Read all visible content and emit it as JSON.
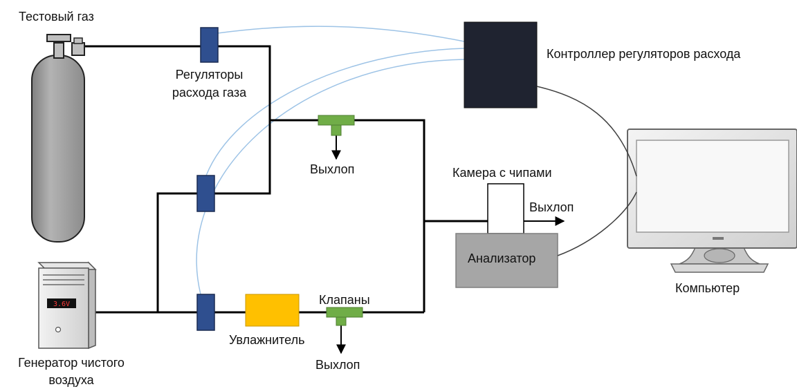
{
  "labels": {
    "test_gas": "Тестовый газ",
    "flow_regulators_line1": "Регуляторы",
    "flow_regulators_line2": "расхода газа",
    "controller": "Контроллер регуляторов расхода",
    "exhaust_top": "Выхлоп",
    "chamber": "Камера с чипами",
    "exhaust_chamber": "Выхлоп",
    "analyzer": "Анализатор",
    "computer": "Компьютер",
    "valves": "Клапаны",
    "humidifier": "Увлажнитель",
    "exhaust_bottom": "Выхлоп",
    "generator_line1": "Генератор чистого",
    "generator_line2": "воздуха",
    "generator_display": "3.6V"
  },
  "colors": {
    "regulator": "#2f4f8f",
    "controller": "#1f2330",
    "humidifier": "#ffc000",
    "valve": "#70ad47",
    "analyzer": "#a6a6a6",
    "cable": "#9dc3e6",
    "pipe": "#000000"
  }
}
